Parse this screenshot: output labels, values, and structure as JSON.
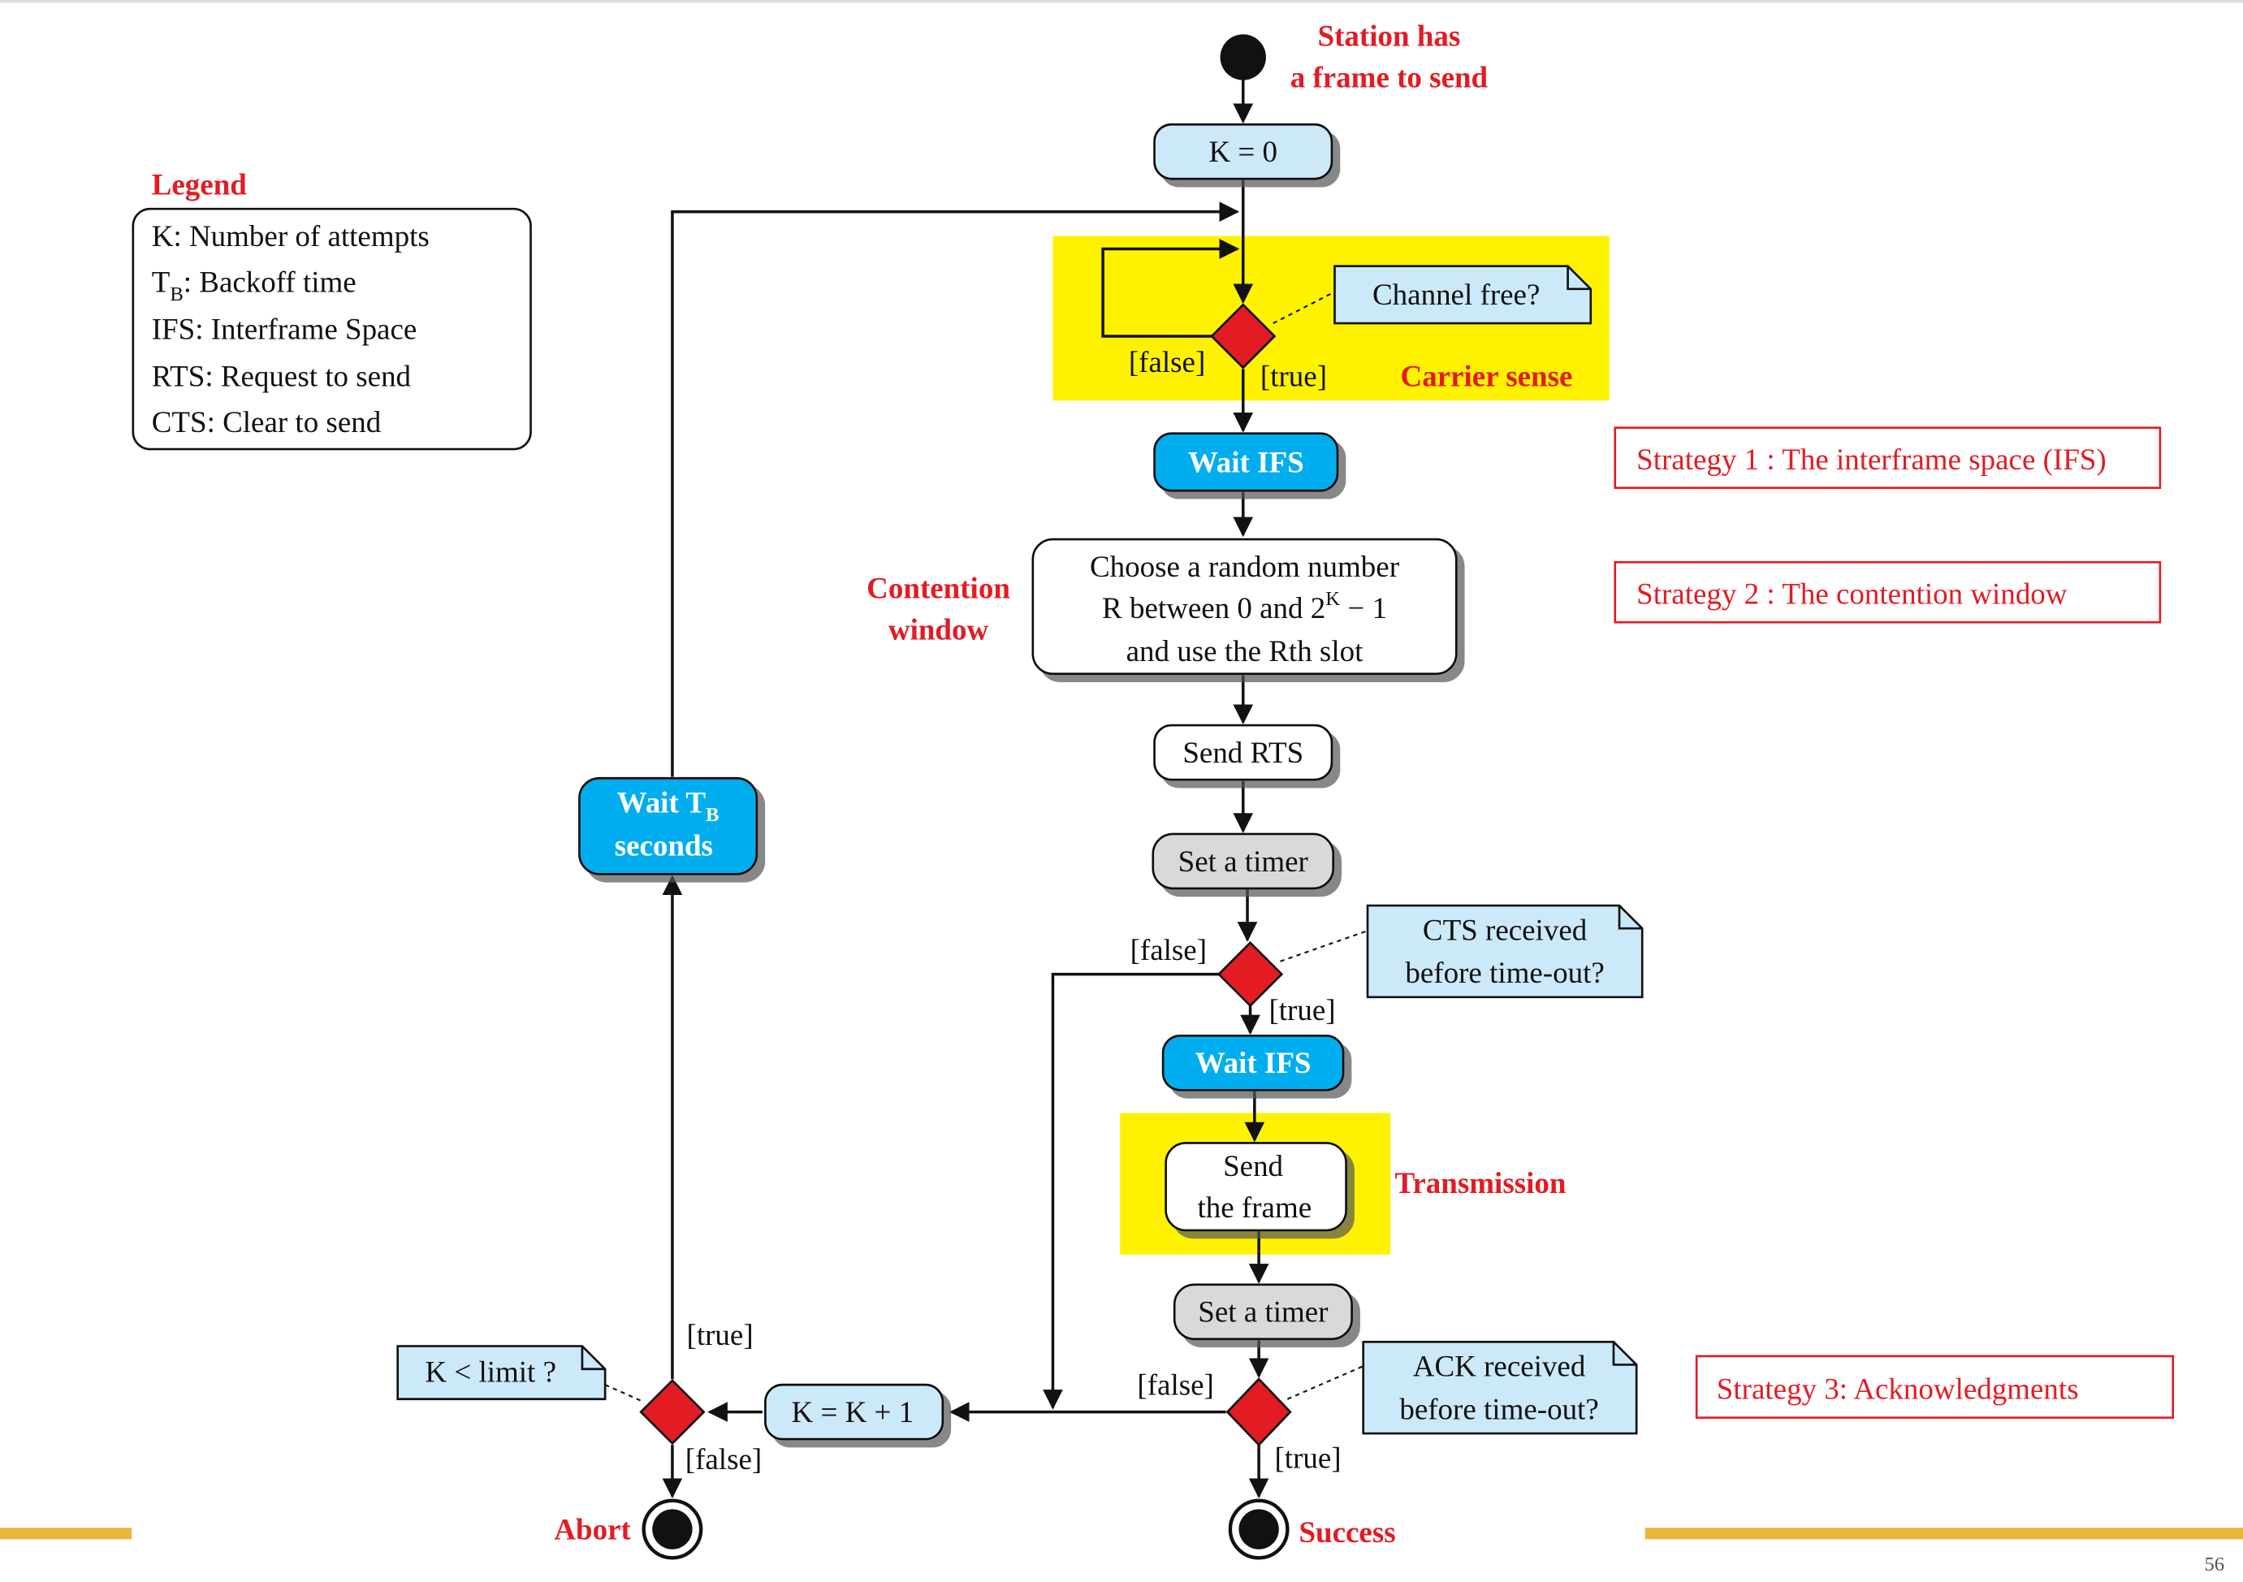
{
  "colors": {
    "accent_red": "#e31b23",
    "cyan_fill": "#00aeef",
    "light_blue_fill": "#cce9f9",
    "highlight_yellow": "#fff200",
    "gray_fill": "#d9d9d9",
    "decision_fill": "#e31b23",
    "rule_color": "#e9b53b"
  },
  "legend": {
    "title": "Legend",
    "items": [
      {
        "prefix": "K",
        "sub": "",
        "text": ": Number of attempts"
      },
      {
        "prefix": "T",
        "sub": "B",
        "text": ": Backoff time"
      },
      {
        "prefix": "IFS",
        "sub": "",
        "text": ": Interframe Space"
      },
      {
        "prefix": "RTS",
        "sub": "",
        "text": ": Request to send"
      },
      {
        "prefix": "CTS",
        "sub": "",
        "text": ": Clear to send"
      }
    ]
  },
  "start": {
    "line1": "Station has",
    "line2": "a frame to send"
  },
  "nodes": {
    "k_zero": "K = 0",
    "channel_note": "Channel free?",
    "carrier_false": "[false]",
    "carrier_true": "[true]",
    "carrier_label": "Carrier sense",
    "wait_ifs_1": "Wait IFS",
    "choose_line1": "Choose a random number",
    "choose_line2_pre": "R between 0 and 2",
    "choose_line2_sup": "K",
    "choose_line2_post": " − 1",
    "choose_line3": "and use the Rth slot",
    "contention_line1": "Contention",
    "contention_line2": "window",
    "send_rts": "Send RTS",
    "set_timer_1": "Set a timer",
    "cts_false": "[false]",
    "cts_true": "[true]",
    "cts_note_line1": "CTS received",
    "cts_note_line2": "before time-out?",
    "wait_ifs_2": "Wait IFS",
    "send_frame_line1": "Send",
    "send_frame_line2": "the frame",
    "transmission_label": "Transmission",
    "set_timer_2": "Set a timer",
    "ack_false": "[false]",
    "ack_true": "[true]",
    "ack_note_line1": "ACK received",
    "ack_note_line2": "before time-out?",
    "k_increment": "K = K + 1",
    "limit_note": "K < limit ?",
    "limit_true": "[true]",
    "limit_false": "[false]",
    "wait_tb_pre": "Wait T",
    "wait_tb_sub": "B",
    "wait_tb_line2": "seconds",
    "abort_label": "Abort",
    "success_label": "Success"
  },
  "strategies": [
    "Strategy 1 : The interframe space (IFS)",
    "Strategy 2 : The contention window",
    "Strategy 3: Acknowledgments"
  ],
  "page_number": "56"
}
